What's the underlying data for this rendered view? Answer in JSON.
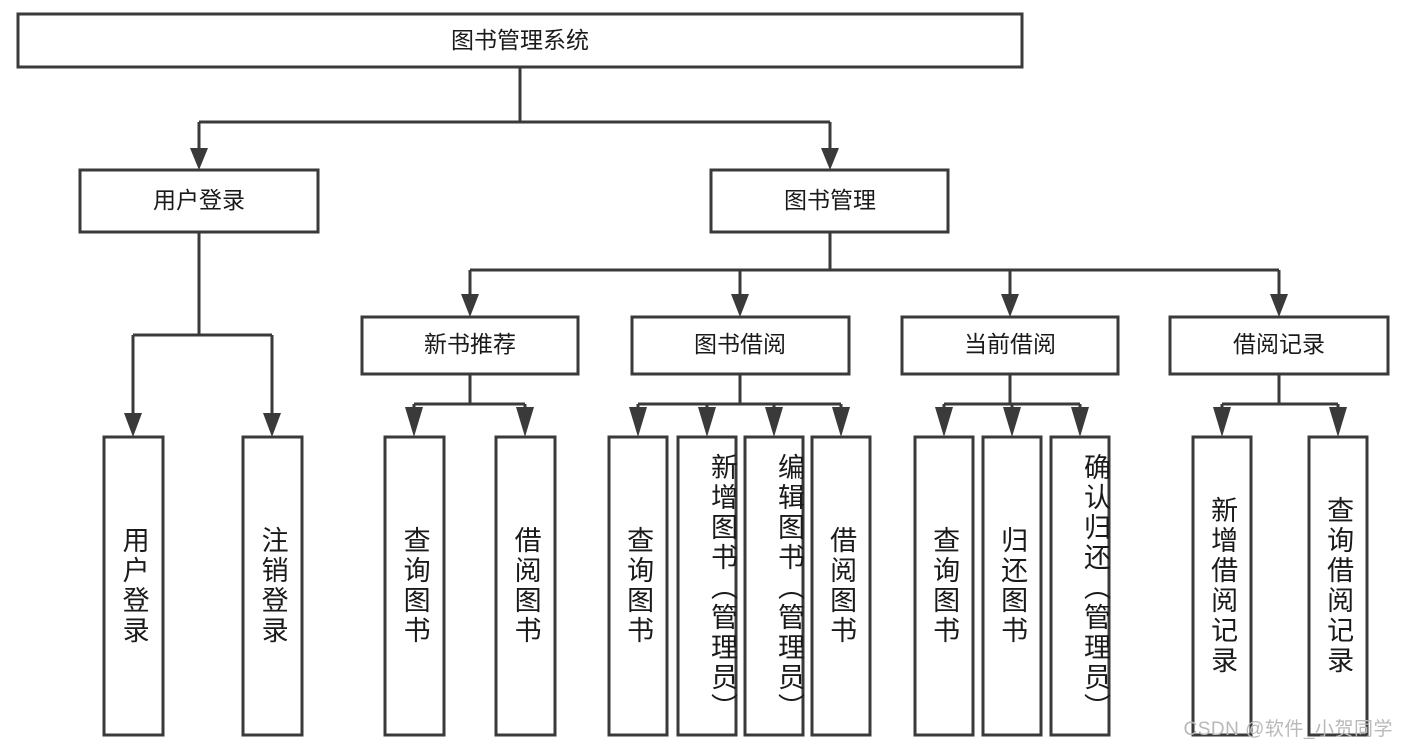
{
  "diagram": {
    "type": "tree-hierarchy",
    "title": "图书管理系统",
    "root": {
      "label": "图书管理系统"
    },
    "level2": [
      {
        "label": "用户登录"
      },
      {
        "label": "图书管理"
      }
    ],
    "level3": [
      {
        "label": "新书推荐"
      },
      {
        "label": "图书借阅"
      },
      {
        "label": "当前借阅"
      },
      {
        "label": "借阅记录"
      }
    ],
    "leaves": {
      "user_login": [
        {
          "label": "用户登录"
        },
        {
          "label": "注销登录"
        }
      ],
      "new_book_recommend": [
        {
          "label": "查询图书"
        },
        {
          "label": "借阅图书"
        }
      ],
      "book_borrow": [
        {
          "label": "查询图书"
        },
        {
          "label": "新增图书（管理员）"
        },
        {
          "label": "编辑图书（管理员）"
        },
        {
          "label": "借阅图书"
        }
      ],
      "current_borrow": [
        {
          "label": "查询图书"
        },
        {
          "label": "归还图书"
        },
        {
          "label": "确认归还（管理员）"
        }
      ],
      "borrow_record": [
        {
          "label": "新增借阅记录"
        },
        {
          "label": "查询借阅记录"
        }
      ]
    }
  },
  "watermark": {
    "text": "CSDN @软件_小贺同学"
  },
  "colors": {
    "stroke": "#3a3a3a",
    "box_fill": "#ffffff",
    "text": "#1a1a1a",
    "watermark": "#b9b9b9",
    "background": "#ffffff"
  }
}
